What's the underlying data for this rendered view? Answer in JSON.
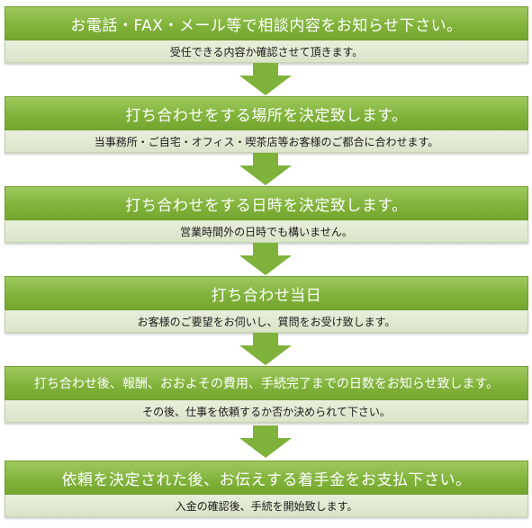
{
  "steps": [
    {
      "title": "お電話・FAX・メール等で相談内容をお知らせ下さい。",
      "detail": "受任できる内容か確認させて頂きます。"
    },
    {
      "title": "打ち合わせをする場所を決定致します。",
      "detail": "当事務所・ご自宅・オフィス・喫茶店等お客様のご都合に合わせます。"
    },
    {
      "title": "打ち合わせをする日時を決定致します。",
      "detail": "営業時間外の日時でも構いません。"
    },
    {
      "title": "打ち合わせ当日",
      "detail": "お客様のご要望をお伺いし、質問をお受け致します。"
    },
    {
      "title": "打ち合わせ後、報酬、おおよその費用、手続完了までの日数をお知らせ致します。",
      "detail": "その後、仕事を依頼するか否か決められて下さい。"
    },
    {
      "title": "依頼を決定された後、お伝えする着手金をお支払下さい。",
      "detail": "入金の確認後、手続を開始致します。"
    }
  ],
  "colors": {
    "header_green": "#82b43c",
    "body_pale": "#dfe8d0",
    "arrow_green": "#7fb23a"
  }
}
